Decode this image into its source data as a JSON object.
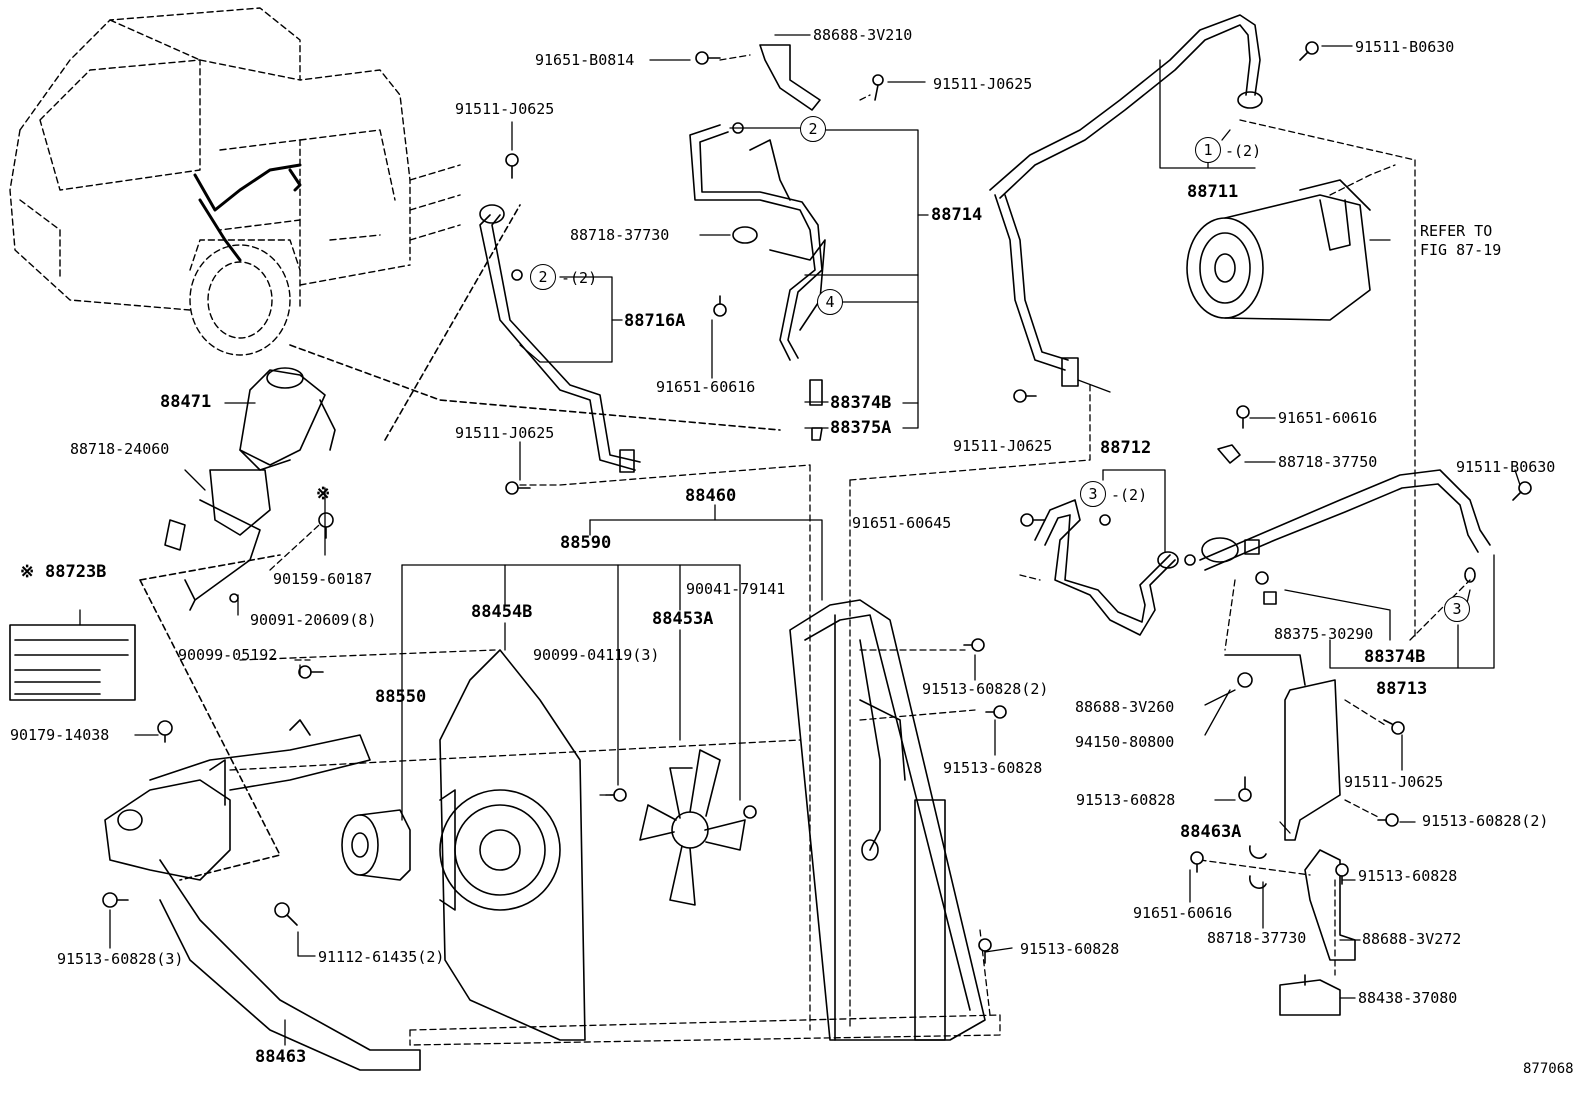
{
  "diagram": {
    "figure_code": "877068",
    "refer_note_line1": "REFER TO",
    "refer_note_line2": "FIG 87-19",
    "label_symbol": "※",
    "parts": [
      {
        "id": "p88688_3V210",
        "text": "88688-3V210"
      },
      {
        "id": "p91651_B0814",
        "text": "91651-B0814"
      },
      {
        "id": "p91511_J0625_a",
        "text": "91511-J0625"
      },
      {
        "id": "p91511_B0630_a",
        "text": "91511-B0630"
      },
      {
        "id": "p91511_J0625_b",
        "text": "91511-J0625"
      },
      {
        "id": "p88714",
        "text": "88714"
      },
      {
        "id": "p88711",
        "text": "88711"
      },
      {
        "id": "p88718_37730_a",
        "text": "88718-37730"
      },
      {
        "id": "p88716A",
        "text": "88716A"
      },
      {
        "id": "p91651_60616_a",
        "text": "91651-60616"
      },
      {
        "id": "p88374B_a",
        "text": "88374B"
      },
      {
        "id": "p88375A",
        "text": "88375A"
      },
      {
        "id": "p91511_J0625_c",
        "text": "91511-J0625"
      },
      {
        "id": "p91511_J0625_d",
        "text": "91511-J0625"
      },
      {
        "id": "p88712",
        "text": "88712"
      },
      {
        "id": "p91651_60616_b",
        "text": "91651-60616"
      },
      {
        "id": "p88718_37750",
        "text": "88718-37750"
      },
      {
        "id": "p91511_B0630_b",
        "text": "91511-B0630"
      },
      {
        "id": "p88471",
        "text": "88471"
      },
      {
        "id": "p88718_24060",
        "text": "88718-24060"
      },
      {
        "id": "p88460",
        "text": "88460"
      },
      {
        "id": "p91651_60645",
        "text": "91651-60645"
      },
      {
        "id": "p88590",
        "text": "88590"
      },
      {
        "id": "p88723B",
        "text": "88723B"
      },
      {
        "id": "p90159_60187",
        "text": "90159-60187"
      },
      {
        "id": "p90041_79141",
        "text": "90041-79141"
      },
      {
        "id": "p88454B",
        "text": "88454B"
      },
      {
        "id": "p88453A",
        "text": "88453A"
      },
      {
        "id": "p90091_20609",
        "text": "90091-20609(8)"
      },
      {
        "id": "p88375_30290",
        "text": "88375-30290"
      },
      {
        "id": "p88374B_b",
        "text": "88374B"
      },
      {
        "id": "p90099_05192",
        "text": "90099-05192"
      },
      {
        "id": "p90099_04119",
        "text": "90099-04119(3)"
      },
      {
        "id": "p91513_60828_2a",
        "text": "91513-60828(2)"
      },
      {
        "id": "p88713",
        "text": "88713"
      },
      {
        "id": "p88550",
        "text": "88550"
      },
      {
        "id": "p88688_3V260",
        "text": "88688-3V260"
      },
      {
        "id": "p90179_14038",
        "text": "90179-14038"
      },
      {
        "id": "p94150_80800",
        "text": "94150-80800"
      },
      {
        "id": "p91513_60828_a",
        "text": "91513-60828"
      },
      {
        "id": "p91511_J0625_e",
        "text": "91511-J0625"
      },
      {
        "id": "p91513_60828_b",
        "text": "91513-60828"
      },
      {
        "id": "p91513_60828_2b",
        "text": "91513-60828(2)"
      },
      {
        "id": "p88463A",
        "text": "88463A"
      },
      {
        "id": "p91513_60828_c",
        "text": "91513-60828"
      },
      {
        "id": "p91651_60616_c",
        "text": "91651-60616"
      },
      {
        "id": "p88718_37730_b",
        "text": "88718-37730"
      },
      {
        "id": "p88688_3V272",
        "text": "88688-3V272"
      },
      {
        "id": "p91513_60828_3",
        "text": "91513-60828(3)"
      },
      {
        "id": "p91112_61435",
        "text": "91112-61435(2)"
      },
      {
        "id": "p91513_60828_d",
        "text": "91513-60828"
      },
      {
        "id": "p88438_37080",
        "text": "88438-37080"
      },
      {
        "id": "p88463",
        "text": "88463"
      }
    ],
    "callouts": [
      {
        "id": "c2a",
        "text": "2"
      },
      {
        "id": "c1",
        "text": "1"
      },
      {
        "id": "c2b",
        "text": "2"
      },
      {
        "id": "c4",
        "text": "4"
      },
      {
        "id": "c3a",
        "text": "3"
      },
      {
        "id": "c3b",
        "text": "3"
      }
    ],
    "qty_notes": [
      {
        "id": "q1",
        "text": "-(2)"
      },
      {
        "id": "q2",
        "text": "-(2)"
      },
      {
        "id": "q3",
        "text": "-(2)"
      }
    ]
  }
}
